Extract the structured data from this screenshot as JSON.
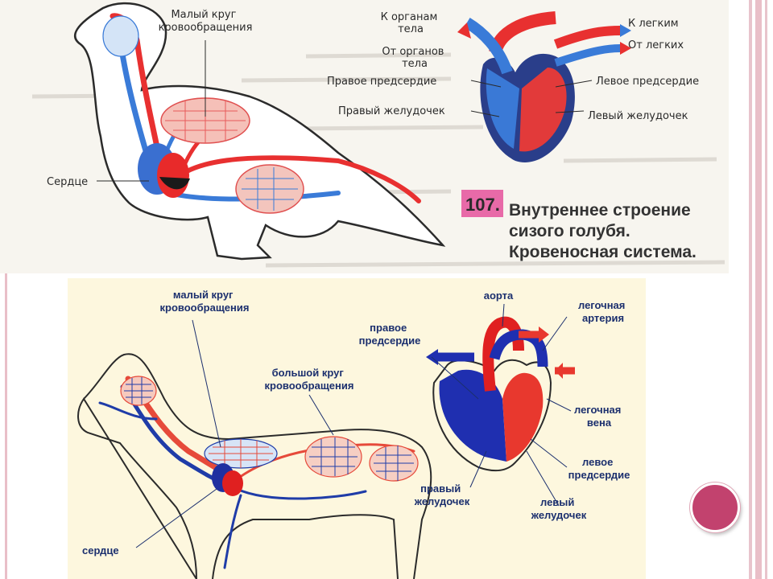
{
  "slide": {
    "accent_color": "#c2426e",
    "frame_color": "#e5b9c2"
  },
  "pigeon_panel": {
    "labels": {
      "small_circle": "Малый круг\nкровообращения",
      "heart": "Сердце",
      "to_organs": "К органам\nтела",
      "from_organs": "От органов\nтела",
      "right_atrium": "Правое предсердие",
      "right_ventricle": "Правый желудочек",
      "to_lungs": "К легким",
      "from_lungs": "От легких",
      "left_atrium": "Левое предсердие",
      "left_ventricle": "Левый желудочек"
    },
    "figure_number": "107.",
    "caption": "Внутреннее строение\nсизого голубя.\nКровеносная система."
  },
  "mammal_panel": {
    "labels": {
      "small_circle": "малый круг\nкровообращения",
      "large_circle": "большой круг\nкровообращения",
      "heart": "сердце",
      "aorta": "аорта",
      "right_atrium": "правое\nпредсердие",
      "pulmonary_artery": "легочная\nартерия",
      "pulmonary_vein": "легочная\nвена",
      "left_atrium": "левое\nпредсердие",
      "right_ventricle": "правый\nжелудочек",
      "left_ventricle": "левый\nжелудочек"
    }
  }
}
